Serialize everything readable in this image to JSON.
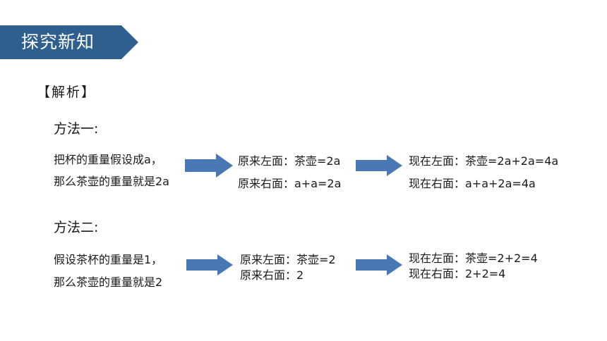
{
  "banner": {
    "title": "探究新知",
    "color": "#2e5f8f"
  },
  "analysis_label": "【解析】",
  "arrow_color": "#4a78b4",
  "method1": {
    "title": "方法一:",
    "premise": [
      "把杯的重量假设成a，",
      "那么茶壶的重量就是2a"
    ],
    "original": [
      "原来左面：茶壶=2a",
      "原来右面：a+a=2a"
    ],
    "now": [
      "现在左面：茶壶=2a+2a=4a",
      "现在右面：a+a+2a=4a"
    ]
  },
  "method2": {
    "title": "方法二:",
    "premise": [
      "假设茶杯的重量是1，",
      "那么茶壶的重量就是2"
    ],
    "original": [
      "原来左面：茶壶=2",
      "原来右面：2"
    ],
    "now": [
      "现在左面：茶壶=2+2=4",
      "现在右面：2+2=4"
    ]
  }
}
